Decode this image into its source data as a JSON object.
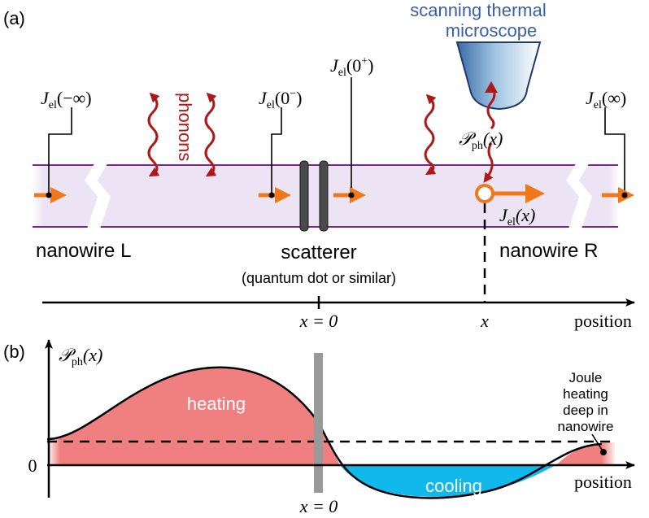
{
  "panels": {
    "a": "(a)",
    "b": "(b)"
  },
  "microscope": {
    "line1": "scanning thermal",
    "line2": "microscope"
  },
  "labels": {
    "phonons": "phonons",
    "nanowire_left": "nanowire L",
    "nanowire_right": "nanowire R",
    "scatterer": "scatterer",
    "scatterer_note": "(quantum dot or similar)",
    "position_axis": "position",
    "x_zero": "x = 0",
    "x_probe": "x"
  },
  "currents": {
    "minus_inf": {
      "main": "J",
      "sub": "el",
      "arg": "(−∞)"
    },
    "zero_minus": {
      "main": "J",
      "sub": "el",
      "arg": "(0",
      "sup": "−",
      "close": ")"
    },
    "zero_plus": {
      "main": "J",
      "sub": "el",
      "arg": "(0",
      "sup": "+",
      "close": ")"
    },
    "plus_inf": {
      "main": "J",
      "sub": "el",
      "arg": "(∞)"
    },
    "at_x": {
      "main": "J",
      "sub": "el",
      "arg": "(x)"
    },
    "power": {
      "main": "𝒫",
      "sub": "ph",
      "arg": "(x)"
    }
  },
  "plot": {
    "ylabel_main": "𝒫",
    "ylabel_sub": "ph",
    "ylabel_arg": "(x)",
    "zero_tick": "0",
    "heating": "heating",
    "cooling": "cooling",
    "joule_lines": [
      "Joule",
      "heating",
      "deep in",
      "nanowire"
    ],
    "xlabel": "position",
    "x_zero": "x = 0"
  },
  "colors": {
    "wire_fill": "#ece3f4",
    "wire_edge": "#7a2a8a",
    "arrow": "#f07818",
    "phonon": "#b01818",
    "microscope": "#3a5fa8",
    "heating": "#f08080",
    "cooling": "#10b8ec",
    "barrier": "#4a4a4a"
  }
}
